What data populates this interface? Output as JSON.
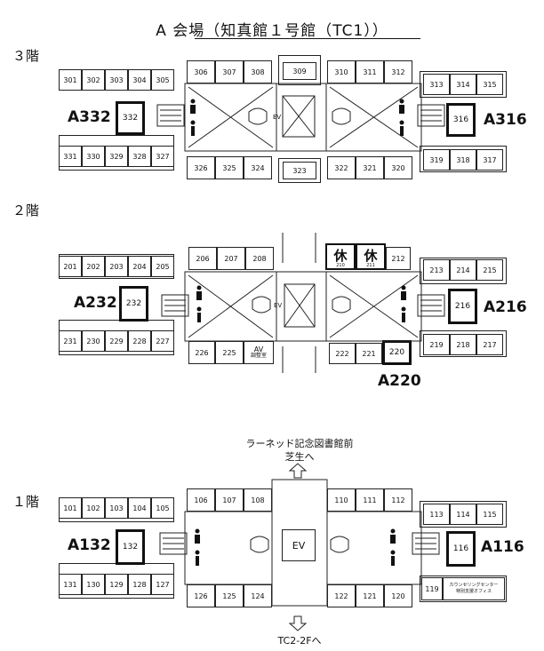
{
  "title": "A 会場（知真館１号館（TC1））",
  "floors": [
    {
      "label": "３階",
      "rooms_top_left": [
        "301",
        "302",
        "303",
        "304",
        "305"
      ],
      "rooms_top_mid_left": [
        "306",
        "307",
        "308"
      ],
      "room_top_center": "309",
      "rooms_top_mid_right": [
        "310",
        "311",
        "312"
      ],
      "rooms_top_right": [
        "313",
        "314",
        "315"
      ],
      "rooms_bottom_left": [
        "331",
        "330",
        "329",
        "328",
        "327"
      ],
      "rooms_bottom_mid_left": [
        "326",
        "325",
        "324"
      ],
      "room_bottom_center": "323",
      "rooms_bottom_mid_right": [
        "322",
        "321",
        "320"
      ],
      "rooms_bottom_right": [
        "319",
        "318",
        "317"
      ],
      "highlight_left": {
        "room": "332",
        "label": "A332"
      },
      "highlight_right": {
        "room": "316",
        "label": "A316"
      },
      "ev": "EV"
    },
    {
      "label": "２階",
      "rooms_top_left": [
        "201",
        "202",
        "203",
        "204",
        "205"
      ],
      "rooms_top_mid_left": [
        "206",
        "207",
        "208"
      ],
      "rest_rooms": [
        {
          "kanji": "休",
          "num": "210"
        },
        {
          "kanji": "休",
          "num": "211"
        }
      ],
      "room_212": "212",
      "rooms_top_right": [
        "213",
        "214",
        "215"
      ],
      "rooms_bottom_left": [
        "231",
        "230",
        "229",
        "228",
        "227"
      ],
      "rooms_bottom_mid_left": [
        "226",
        "225"
      ],
      "av_room": [
        "AV",
        "調整室"
      ],
      "rooms_bottom_mid_right": [
        "222",
        "221"
      ],
      "rooms_bottom_right": [
        "219",
        "218",
        "217"
      ],
      "highlight_left": {
        "room": "232",
        "label": "A232"
      },
      "highlight_right": {
        "room": "216",
        "label": "A216"
      },
      "highlight_bottom": {
        "room": "220",
        "label": "A220"
      },
      "ev": "EV"
    },
    {
      "label": "１階",
      "top_arrow_text": [
        "ラーネッド記念図書館前",
        "芝生へ"
      ],
      "bottom_arrow_text": "TC2-2Fへ",
      "rooms_top_left": [
        "101",
        "102",
        "103",
        "104",
        "105"
      ],
      "rooms_top_mid_left": [
        "106",
        "107",
        "108"
      ],
      "rooms_top_mid_right": [
        "110",
        "111",
        "112"
      ],
      "rooms_top_right": [
        "113",
        "114",
        "115"
      ],
      "rooms_bottom_left": [
        "131",
        "130",
        "129",
        "128",
        "127"
      ],
      "rooms_bottom_mid_left": [
        "126",
        "125",
        "124"
      ],
      "rooms_bottom_mid_right": [
        "122",
        "121",
        "120"
      ],
      "room_119": "119",
      "counseling": [
        "カウンセリングセンター",
        "特別支援オフィス"
      ],
      "highlight_left": {
        "room": "132",
        "label": "A132"
      },
      "highlight_right": {
        "room": "116",
        "label": "A116"
      },
      "ev": "EV"
    }
  ]
}
